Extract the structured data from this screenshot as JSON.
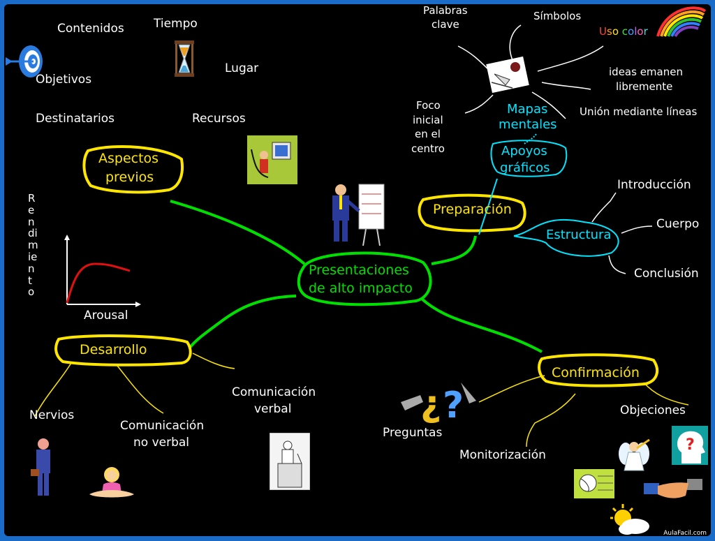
{
  "center": {
    "line1": "Presentaciones",
    "line2": "de alto impacto"
  },
  "aspectos": {
    "label_line1": "Aspectos",
    "label_line2": "previos",
    "items": {
      "contenidos": "Contenidos",
      "tiempo": "Tiempo",
      "objetivos": "Objetivos",
      "lugar": "Lugar",
      "destinatarios": "Destinatarios",
      "recursos": "Recursos"
    },
    "chart": {
      "vertical_label": "Rendimiento",
      "horizontal_label": "Arousal"
    }
  },
  "preparacion": {
    "label": "Preparación",
    "apoyos_line1": "Apoyos",
    "apoyos_line2": "gráficos",
    "mapas_line1": "Mapas",
    "mapas_line2": "mentales",
    "mapas_items": {
      "palabras_line1": "Palabras",
      "palabras_line2": "clave",
      "simbolos": "Símbolos",
      "uso_color": "Uso color",
      "ideas_line1": "ideas emanen",
      "ideas_line2": "libremente",
      "union": "Unión mediante líneas",
      "foco_line1": "Foco",
      "foco_line2": "inicial",
      "foco_line3": "en el",
      "foco_line4": "centro"
    },
    "estructura": "Estructura",
    "estructura_items": {
      "introduccion": "Introducción",
      "cuerpo": "Cuerpo",
      "conclusion": "Conclusión"
    }
  },
  "desarrollo": {
    "label": "Desarrollo",
    "items": {
      "nervios": "Nervios",
      "no_verbal_line1": "Comunicación",
      "no_verbal_line2": "no verbal",
      "verbal_line1": "Comunicación",
      "verbal_line2": "verbal"
    }
  },
  "confirmacion": {
    "label": "Confirmación",
    "items": {
      "preguntas": "Preguntas",
      "monitorizacion": "Monitorización",
      "objeciones": "Objeciones"
    }
  },
  "watermark": "AulaFacil.com",
  "colors": {
    "background": "#000000",
    "frame": "#1a6cc8",
    "primary_node": "#ffe600",
    "center_node": "#00e000",
    "secondary_node": "#00e5ff",
    "connector": "#00e000"
  }
}
